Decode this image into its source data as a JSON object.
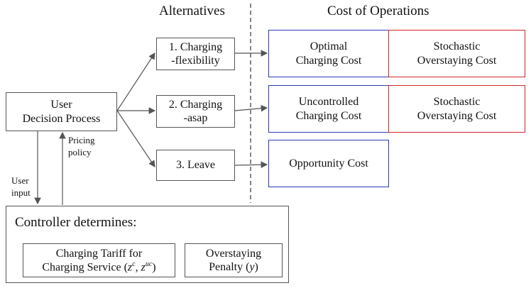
{
  "headers": {
    "alternatives": "Alternatives",
    "cost": "Cost of Operations"
  },
  "user_box": {
    "line1": "User",
    "line2": "Decision Process"
  },
  "alternatives": [
    {
      "line1": "1. Charging",
      "line2": "-flexibility"
    },
    {
      "line1": "2. Charging",
      "line2": "-asap"
    },
    {
      "line1": "3. Leave",
      "line2": ""
    }
  ],
  "costs": {
    "optimal": {
      "line1": "Optimal",
      "line2": "Charging Cost"
    },
    "stochastic_1": {
      "line1": "Stochastic",
      "line2": "Overstaying Cost"
    },
    "uncontrolled": {
      "line1": "Uncontrolled",
      "line2": "Charging Cost"
    },
    "stochastic_2": {
      "line1": "Stochastic",
      "line2": "Overstaying Cost"
    },
    "opportunity": {
      "line1": "Opportunity Cost"
    }
  },
  "labels": {
    "pricing": {
      "line1": "Pricing",
      "line2": "policy"
    },
    "user_input": {
      "line1": "User",
      "line2": "input"
    }
  },
  "controller": {
    "title": "Controller determines:",
    "tariff": {
      "line1": "Charging Tariff for",
      "line2_prefix": "Charging Service (",
      "sym1": "z",
      "sup1": "c",
      "sep": ", ",
      "sym2": "z",
      "sup2": "uc",
      "close": ")"
    },
    "penalty": {
      "line1": "Overstaying",
      "line2_prefix": "Penalty (",
      "sym": "y",
      "close": ")"
    }
  },
  "colors": {
    "blue": "#2a3bb5",
    "red": "#d6232a",
    "gray": "#555555"
  }
}
